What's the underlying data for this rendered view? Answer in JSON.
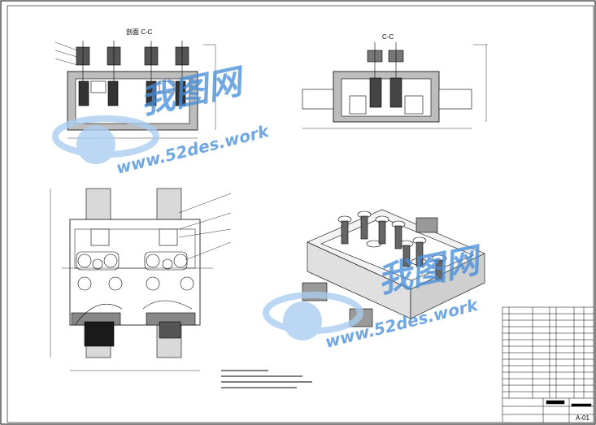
{
  "drawing": {
    "section_top_left": "剖面 C-C",
    "section_top_right": "C-C",
    "sheet_id": "A-01",
    "palette": {
      "line": "#000000",
      "fill_gray": "#bdbdbd",
      "fill_dark": "#1a1a1a",
      "watermark_blue": "#4a90d9",
      "watermark_light": "#a9cdf0"
    }
  },
  "watermark": {
    "brand_cn": "我图网",
    "url": "www.52des.work"
  }
}
